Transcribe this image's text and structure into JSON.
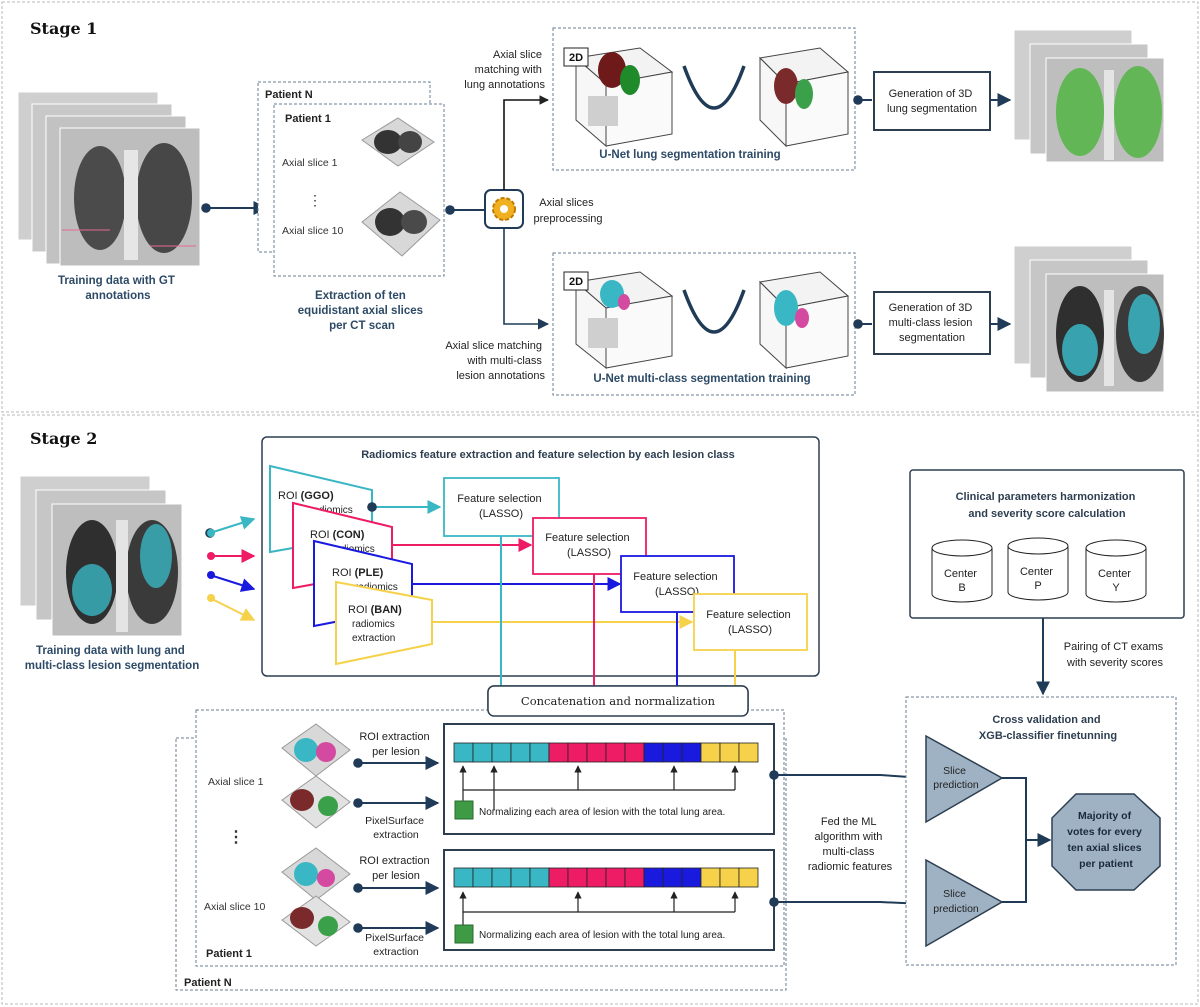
{
  "stage1": {
    "title": "Stage 1",
    "training_caption": [
      "Training data with GT",
      "annotations"
    ],
    "patient_n": "Patient N",
    "patient_1": "Patient 1",
    "axial_slice_1": "Axial slice 1",
    "ellipsis": "⋮",
    "axial_slice_10": "Axial slice 10",
    "extraction_caption": [
      "Extraction of ten",
      "equidistant axial slices",
      "per CT scan"
    ],
    "preprocessing_label": [
      "Axial slices",
      "preprocessing"
    ],
    "lung_matching_label": [
      "Axial slice",
      "matching with",
      "lung annotations"
    ],
    "lesion_matching_label": [
      "Axial slice matching",
      "with multi-class",
      "lesion annotations"
    ],
    "tag_2d": "2D",
    "lung_training_title": "U-Net lung segmentation training",
    "lesion_training_title": "U-Net multi-class segmentation training",
    "gen_lung": [
      "Generation of 3D",
      "lung segmentation"
    ],
    "gen_lesion": [
      "Generation of 3D",
      "multi-class lesion",
      "segmentation"
    ]
  },
  "stage2": {
    "title": "Stage 2",
    "training_caption": [
      "Training data with lung and",
      "multi-class lesion segmentation"
    ],
    "radiomics_title": "Radiomics feature extraction and feature selection by each lesion class",
    "rois": [
      {
        "prefix": "ROI ",
        "cls": "(GGO)",
        "line2": "radiomics"
      },
      {
        "prefix": "ROI ",
        "cls": "(CON)",
        "line2": "radiomics"
      },
      {
        "prefix": "ROI ",
        "cls": "(PLE)",
        "line2": "radiomics"
      },
      {
        "prefix": "ROI ",
        "cls": "(BAN)",
        "line2": "radiomics",
        "line3": "extraction"
      }
    ],
    "feature_selection": [
      "Feature selection",
      "(LASSO)"
    ],
    "concatenation": "Concatenation and normalization",
    "clinical_title": [
      "Clinical parameters harmonization",
      "and severity score calculation"
    ],
    "centers": [
      {
        "line1": "Center",
        "line2": "B"
      },
      {
        "line1": "Center",
        "line2": "P"
      },
      {
        "line1": "Center",
        "line2": "Y"
      }
    ],
    "pairing_label": [
      "Pairing of CT exams",
      "with severity scores"
    ],
    "cross_validation_title": [
      "Cross validation and",
      "XGB-classifier finetunning"
    ],
    "slice_prediction": [
      "Slice",
      "prediction"
    ],
    "majority_vote": [
      "Majority of",
      "votes for every",
      "ten axial slices",
      "per patient"
    ],
    "fed_label": [
      "Fed the ML",
      "algorithm with",
      "multi-class",
      "radiomic features"
    ],
    "roi_extraction": [
      "ROI extraction",
      "per lesion"
    ],
    "pixelsurface": [
      "PixelSurface",
      "extraction"
    ],
    "normalizing": "Normalizing each area of lesion with the total lung area.",
    "axial_slice_1": "Axial slice 1",
    "axial_slice_10": "Axial slice 10",
    "ellipsis": "⋮",
    "patient_1": "Patient 1",
    "patient_n": "Patient N"
  },
  "colors": {
    "arrow": "#1f3b57",
    "ggo": "#3ab7c4",
    "con": "#ee1c64",
    "ple": "#1a1adf",
    "ban": "#f6d24a",
    "green_box": "#3f9a45",
    "box_border": "#2d3e50",
    "node_fill": "#9fb2c4"
  }
}
